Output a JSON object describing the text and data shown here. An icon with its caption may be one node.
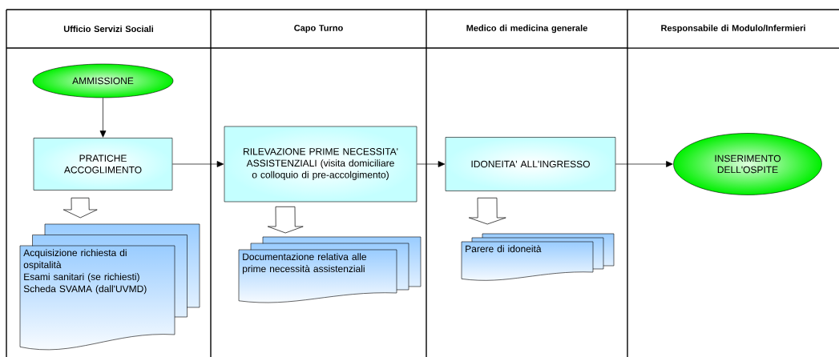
{
  "diagram": {
    "nodes": [
      {
        "text": [
          "Ufficio Servizi Sociali"
        ]
      },
      {
        "text": [
          "Capo Turno"
        ]
      },
      {
        "text": [
          "Medico di medicina generale"
        ]
      },
      {
        "text": [
          "Responsabile di Modulo/Infermieri"
        ]
      },
      {
        "text": [
          "AMMISSIONE"
        ],
        "in": 0
      },
      {
        "text": [
          "PRATICHE ACCOGLIMENTO"
        ],
        "in": 0
      },
      {
        "text": [
          "RILEVAZIONE PRIME NECESSITA' ASSISTENZIALI (visita domiciliare o colloquio di pre-accolgimento)"
        ],
        "in": 1
      },
      {
        "text": [
          "IDONEITA' ALL'INGRESSO"
        ],
        "in": 2
      },
      {
        "text": [
          "INSERIMENTO DELL'OSPITE"
        ],
        "in": 3
      },
      {
        "text": [
          "Acquisizione richiesta di ospitalità",
          "Esami sanitari (se richiesti)",
          "Scheda SVAMA (dall'UVMD)"
        ],
        "in": 0
      },
      {
        "text": [
          "Documentazione relativa alle prime necessità assistenziali"
        ],
        "in": 1
      },
      {
        "text": [
          "Parere di idoneità"
        ],
        "in": 2
      }
    ],
    "edges": [
      {
        "from": 4,
        "to": 5,
        "arrow": "to"
      },
      {
        "from": 5,
        "to": 6,
        "arrow": "to"
      },
      {
        "from": 6,
        "to": 7,
        "arrow": "to"
      },
      {
        "from": 7,
        "to": 8,
        "arrow": "to"
      },
      {
        "from": 5,
        "to": 9,
        "arrow": "to"
      },
      {
        "from": 6,
        "to": 10,
        "arrow": "to"
      },
      {
        "from": 7,
        "to": 11,
        "arrow": "to"
      }
    ]
  }
}
